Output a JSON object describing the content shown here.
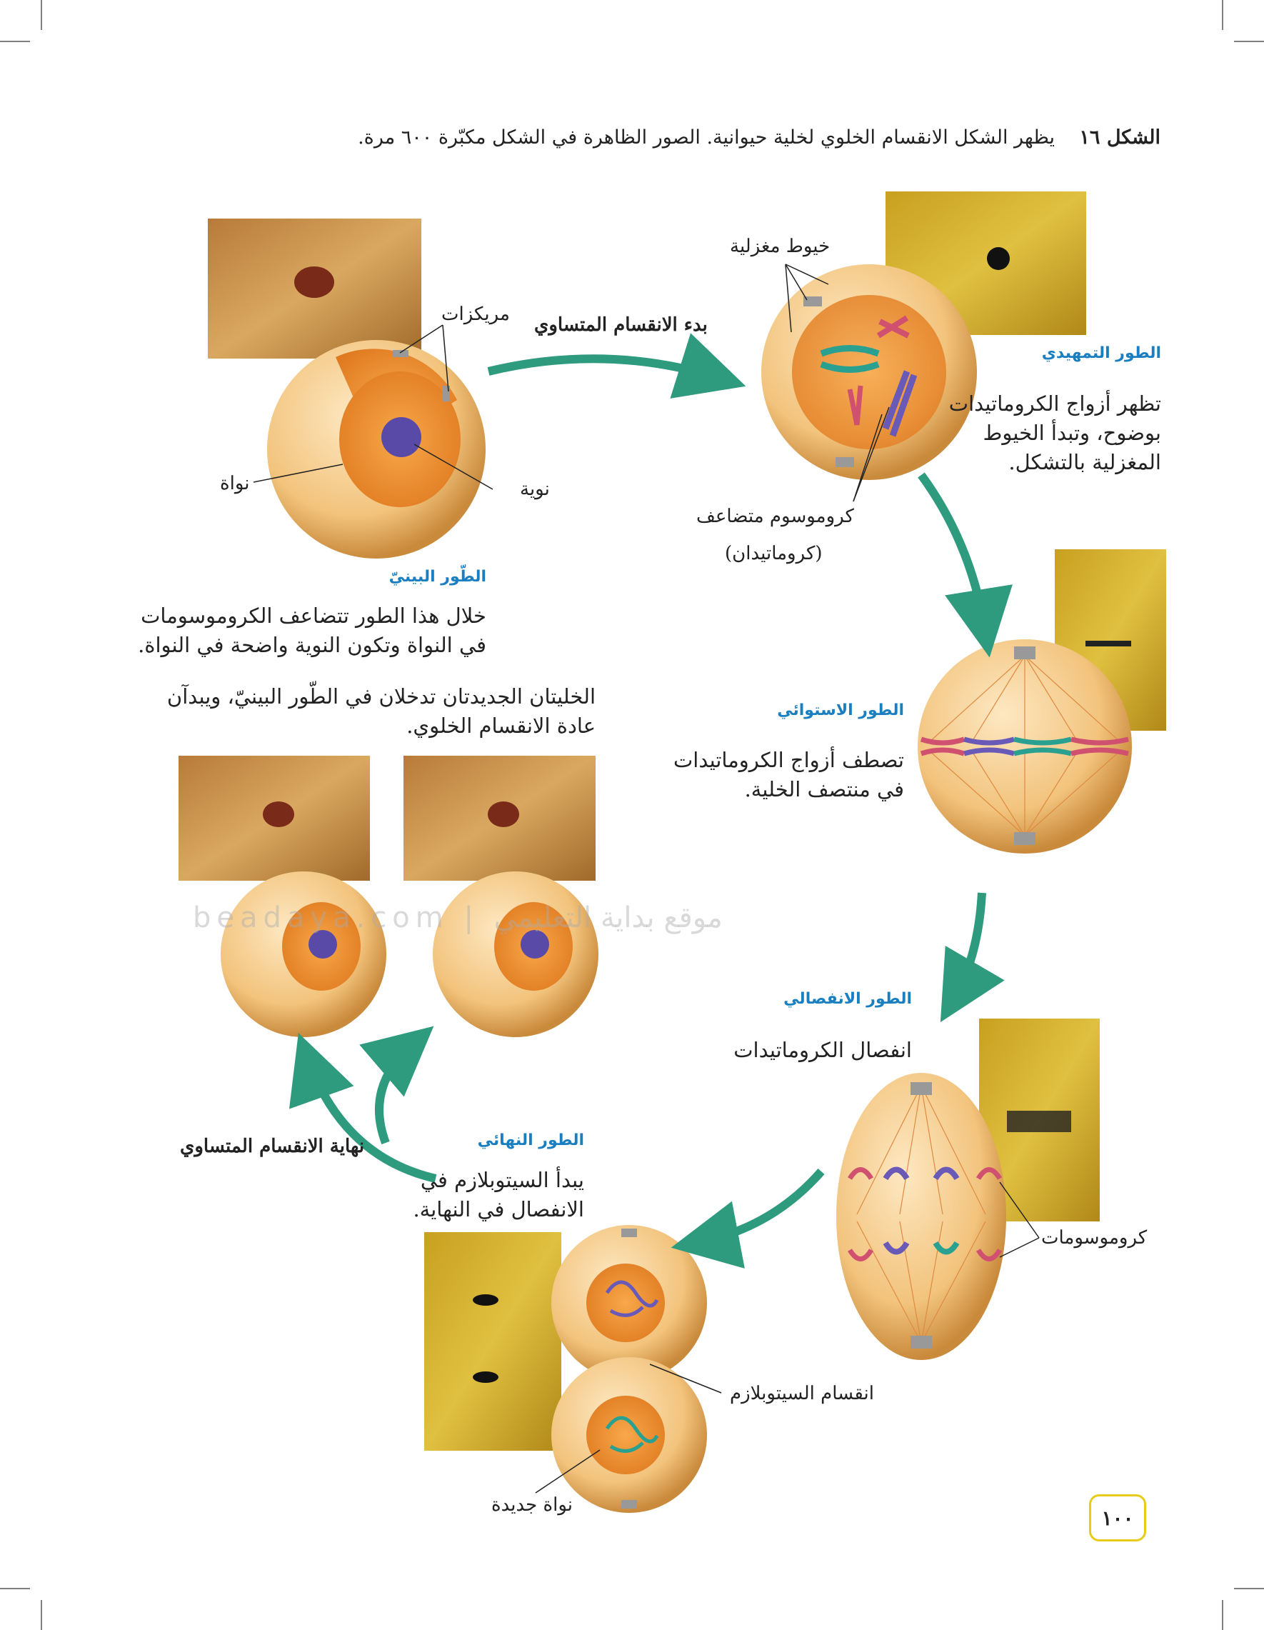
{
  "caption": {
    "figure_label": "الشكل ١٦",
    "text": "يظهر الشكل الانقسام الخلوي لخلية حيوانية. الصور الظاهرة في الشكل مكبّرة ٦٠٠ مرة."
  },
  "start_label": "بدء الانقسام المتساوي",
  "end_label": "نهاية الانقسام المتساوي",
  "interphase": {
    "heading": "الطّور البينيّ",
    "lines": [
      "خلال هذا الطور تتضاعف الكروموسومات",
      "في النواة وتكون النوية واضحة في النواة."
    ],
    "labels": {
      "centrioles": "مريكزات",
      "nucleus": "نواة",
      "nucleolus": "نوية"
    }
  },
  "daughter_cells": {
    "lines": [
      "الخليتان الجديدتان تدخلان في الطّور البينيّ، ويبدآن",
      "عادة الانقسام الخلوي."
    ]
  },
  "prophase": {
    "heading": "الطور التمهيدي",
    "lines": [
      "تظهر أزواج الكروماتيدات",
      "بوضوح، وتبدأ الخيوط",
      "المغزلية بالتشكل."
    ],
    "labels": {
      "spindle": "خيوط مغزلية",
      "duplicated_chromosome": "كروموسوم متضاعف",
      "chromatids": "(كروماتيدان)"
    }
  },
  "metaphase": {
    "heading": "الطور الاستوائي",
    "lines": [
      "تصطف أزواج الكروماتيدات",
      "في منتصف الخلية."
    ]
  },
  "anaphase": {
    "heading": "الطور الانفصالي",
    "lines": [
      "انفصال الكروماتيدات"
    ],
    "labels": {
      "chromosomes": "كروموسومات"
    }
  },
  "telophase": {
    "heading": "الطور النهائي",
    "lines": [
      "يبدأ السيتوبلازم في",
      "الانفصال في النهاية."
    ],
    "labels": {
      "cytokinesis": "انقسام السيتوبلازم",
      "new_nucleus": "نواة جديدة"
    }
  },
  "watermark": "beadaya.com | موقع بداية التعليمي",
  "page_number": "١٠٠",
  "colors": {
    "heading": "#1a7fc0",
    "arrow": "#2e9a7e",
    "cell": "#f0b060",
    "page_box": "#e8cc1a"
  }
}
